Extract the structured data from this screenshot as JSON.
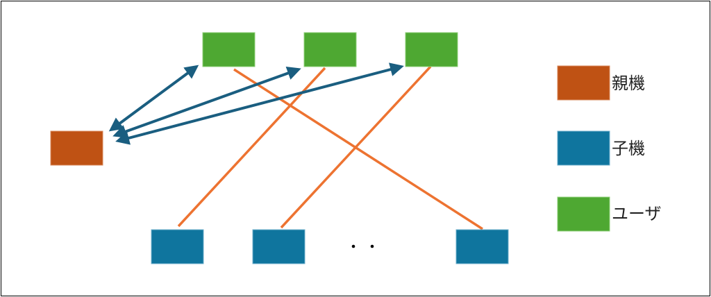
{
  "colors": {
    "parent": "#BF5214",
    "child": "#0F759E",
    "user": "#4EA832",
    "arrow": "#1A5E80",
    "link": "#ED7331",
    "border": "#000000",
    "text": "#222222"
  },
  "legend": {
    "parent_label": "親機",
    "child_label": "子機",
    "user_label": "ユーザ"
  },
  "nodes": {
    "parent": {
      "kind": "parent"
    },
    "users": [
      {
        "kind": "user"
      },
      {
        "kind": "user"
      },
      {
        "kind": "user"
      }
    ],
    "children": [
      {
        "kind": "child"
      },
      {
        "kind": "child"
      },
      {
        "kind": "child"
      }
    ]
  },
  "ellipsis": "・・"
}
